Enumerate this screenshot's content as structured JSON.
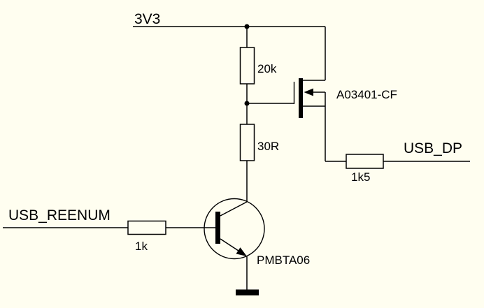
{
  "schematic": {
    "background_color": "#FFFEF0",
    "line_color": "#000000",
    "nets": {
      "rail_label": "3V3",
      "input_label": "USB_REENUM",
      "output_label": "USB_DP"
    },
    "components": {
      "gate_pullup_resistor_value": "20k",
      "series_resistor_value": "30R",
      "base_resistor_value": "1k",
      "usb_pullup_resistor_value": "1k5",
      "mosfet_part": "A03401-CF",
      "bjt_part": "PMBTA06"
    }
  }
}
